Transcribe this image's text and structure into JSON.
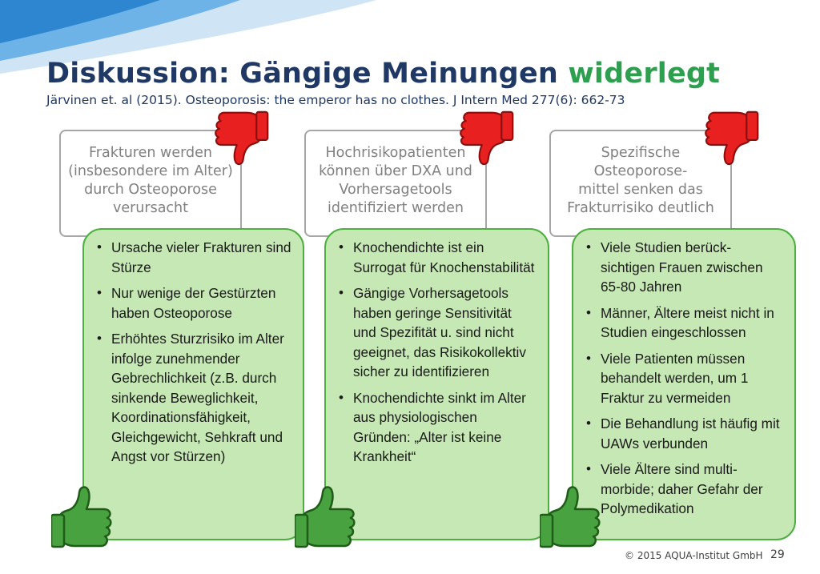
{
  "header": {
    "title_main": "Diskussion: Gängige Meinungen ",
    "title_accent": "widerlegt",
    "citation": "Järvinen et. al (2015). Osteoporosis: the emperor has no clothes. J Intern Med 277(6): 662-73"
  },
  "columns": [
    {
      "claim": "Frakturen werden (insbesondere im Alter) durch Osteoporose verursacht",
      "claim_lines": [
        "Frakturen werden",
        "(insbesondere im Alter)",
        "durch Osteoporose",
        "verursacht"
      ],
      "bullets": [
        "Ursache vieler Frakturen sind Stürze",
        "Nur wenige der Gestürzten haben Osteoporose",
        "Erhöhtes Sturzrisiko im Alter infolge zunehmender Gebrechlichkeit (z.B. durch sinkende Beweglichkeit, Koordinationsfähigkeit, Gleichgewicht, Sehkraft und Angst vor Stürzen)"
      ]
    },
    {
      "claim": "Hochrisikopatienten können über DXA und Vorhersagetools identifiziert werden",
      "claim_lines": [
        "Hochrisikopatienten",
        "können über DXA und",
        "Vorhersagetools",
        "identifiziert werden"
      ],
      "bullets": [
        "Knochendichte ist ein Surrogat für Knochenstabilität",
        "Gängige Vorhersagetools haben geringe Sensitivität und Spezifität u. sind nicht geeignet, das Risikokollektiv sicher zu identifizieren",
        "Knochendichte sinkt im Alter aus physiologischen Gründen: „Alter ist keine Krankheit“"
      ]
    },
    {
      "claim": "Spezifische Osteoporose-mittel senken das Frakturrisiko deutlich",
      "claim_lines": [
        "Spezifische",
        "Osteoporose-",
        "mittel senken das",
        "Frakturrisiko deutlich"
      ],
      "bullets": [
        "Viele Studien berück-sichtigen Frauen zwischen 65-80 Jahren",
        "Männer, Ältere meist nicht in Studien eingeschlossen",
        "Viele Patienten müssen behandelt werden, um 1 Fraktur zu vermeiden",
        "Die Behandlung ist häufig mit UAWs verbunden",
        "Viele Ältere sind multi-morbide; daher Gefahr der Polymedikation"
      ]
    }
  ],
  "footer": {
    "copyright": "© 2015 AQUA-Institut GmbH",
    "page_number": "29"
  },
  "colors": {
    "title": "#1f3864",
    "accent": "#2e9e4f",
    "claim_text": "#808080",
    "bullet_box_fill": "#c6e8b4",
    "bullet_box_border": "#4caf3f",
    "thumb_down": "#e8201f",
    "thumb_up": "#48a23f"
  },
  "icons": {
    "claim_marker": "thumbs-down-icon",
    "bullet_marker": "thumbs-up-icon"
  }
}
